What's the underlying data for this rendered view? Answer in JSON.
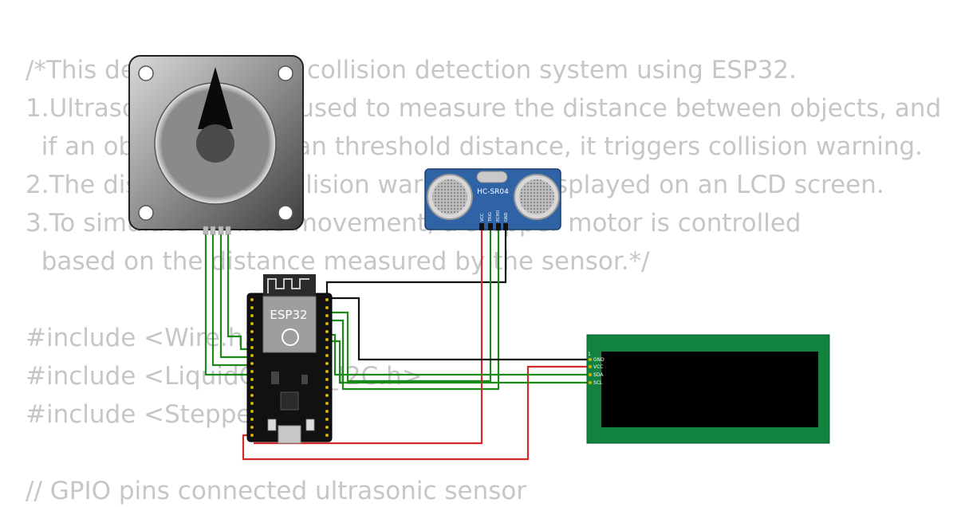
{
  "code_lines": [
    "/*This demonstrates a collision detection system using ESP32.",
    "1.Ultrasonic sensor is used to measure the distance between objects, and",
    "  if an object is less than threshold distance, it triggers collision warning.",
    "2.The distance and collision warning are displayed on an LCD screen.",
    "3.To simulate vehicle movement, a stepper motor is controlled",
    "  based on the distance measured by the sensor.*/",
    "",
    "#include <Wire.h>",
    "#include <LiquidCrystal_I2C.h>",
    "#include <Stepper.h>",
    "",
    "// GPIO pins connected ultrasonic sensor"
  ],
  "esp32": {
    "label": "ESP32"
  },
  "ultrasonic": {
    "label": "HC-SR04",
    "pins": [
      "VCC",
      "TRIG",
      "ECHO",
      "GND"
    ]
  },
  "lcd": {
    "pin_index": "1",
    "pins": [
      "GND",
      "VCC",
      "SDA",
      "SCL"
    ]
  },
  "colors": {
    "code_text": "#c6c6c6",
    "wire_green": "#1b8a1b",
    "wire_black": "#111111",
    "wire_red": "#d22a2a",
    "lcd_board": "#12833e",
    "sensor_board": "#2f63a6"
  }
}
